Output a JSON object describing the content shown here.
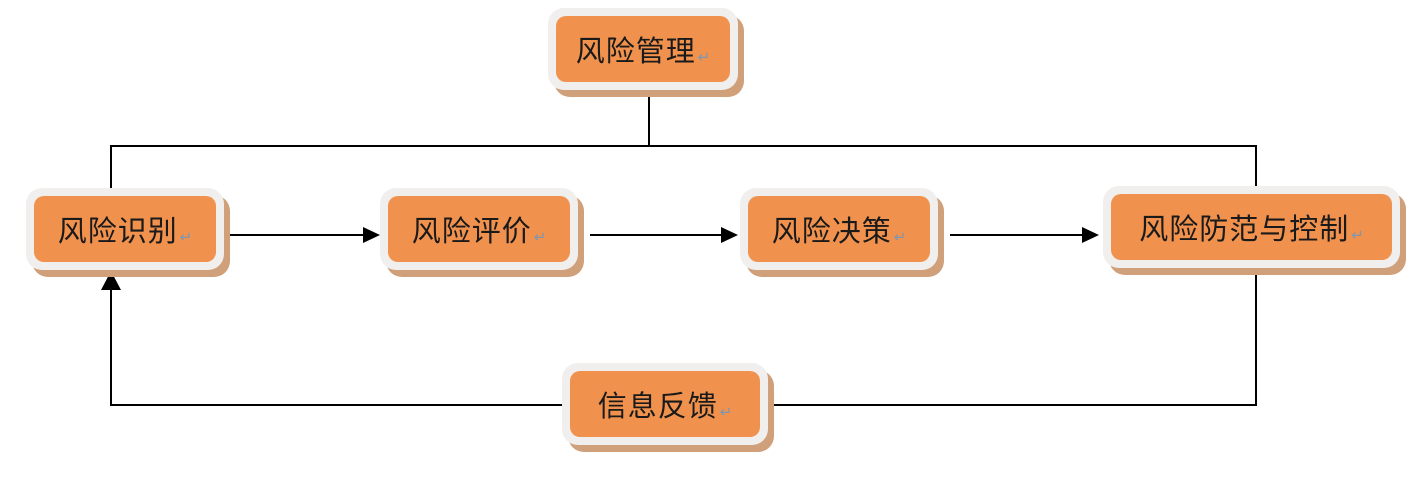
{
  "diagram": {
    "type": "flowchart",
    "paragraph_mark": "↵",
    "nodes": {
      "management": {
        "label": "风险管理"
      },
      "identification": {
        "label": "风险识别"
      },
      "evaluation": {
        "label": "风险评价"
      },
      "decision": {
        "label": "风险决策"
      },
      "control": {
        "label": "风险防范与控制"
      },
      "feedback": {
        "label": "信息反馈"
      }
    },
    "edges": [
      {
        "from": "风险管理",
        "to": "风险识别",
        "arrow": false
      },
      {
        "from": "风险管理",
        "to": "风险防范与控制",
        "arrow": false
      },
      {
        "from": "风险识别",
        "to": "风险评价",
        "arrow": true
      },
      {
        "from": "风险评价",
        "to": "风险决策",
        "arrow": true
      },
      {
        "from": "风险决策",
        "to": "风险防范与控制",
        "arrow": true
      },
      {
        "from": "风险防范与控制",
        "to": "信息反馈",
        "arrow": false
      },
      {
        "from": "信息反馈",
        "to": "风险识别",
        "arrow": true
      }
    ],
    "colors": {
      "node_fill": "#F0924D",
      "node_border": "#F1EEEE",
      "node_shadow": "#D0A07A",
      "line": "#000000",
      "text": "#1A1A1A",
      "mark": "#7E96B0",
      "bg": "#FFFFFF"
    }
  }
}
